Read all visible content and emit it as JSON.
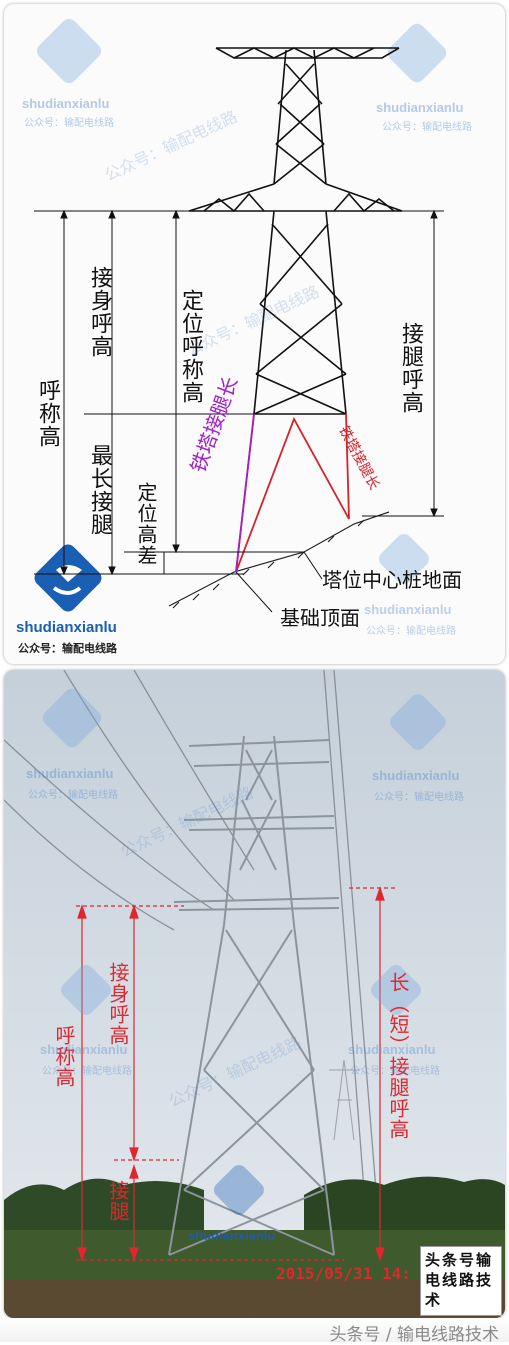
{
  "colors": {
    "accent_blue": "#1a5fb4",
    "label_red": "#d6202a",
    "label_purple": "#a020c8"
  },
  "diagram_labels": {
    "nominal_height": "呼称高",
    "body_height": "接身呼高",
    "longest_leg": "最长接腿",
    "positioning_height": "定位呼称高",
    "positioning_diff": "定位高差",
    "leg_height": "接腿呼高",
    "tower_leg_long": "铁塔接腿长",
    "tower_leg_short": "铁塔接腿长",
    "center_stake_ground": "塔位中心桩地面",
    "foundation_top": "基础顶面"
  },
  "photo_labels": {
    "nominal_height": "呼称高",
    "body_height": "接身呼高",
    "leg": "接腿",
    "short_leg_height": "长（短）接腿呼高",
    "timestamp": "2015/05/31 14:",
    "stamp": "头条号输电线路技术"
  },
  "watermark": {
    "name": "shudianxianlu",
    "sub": "公众号：输配电线路",
    "diagonal": "公众号：输配电线路"
  },
  "footer": {
    "text": "头条号 / 输电线路技术"
  }
}
